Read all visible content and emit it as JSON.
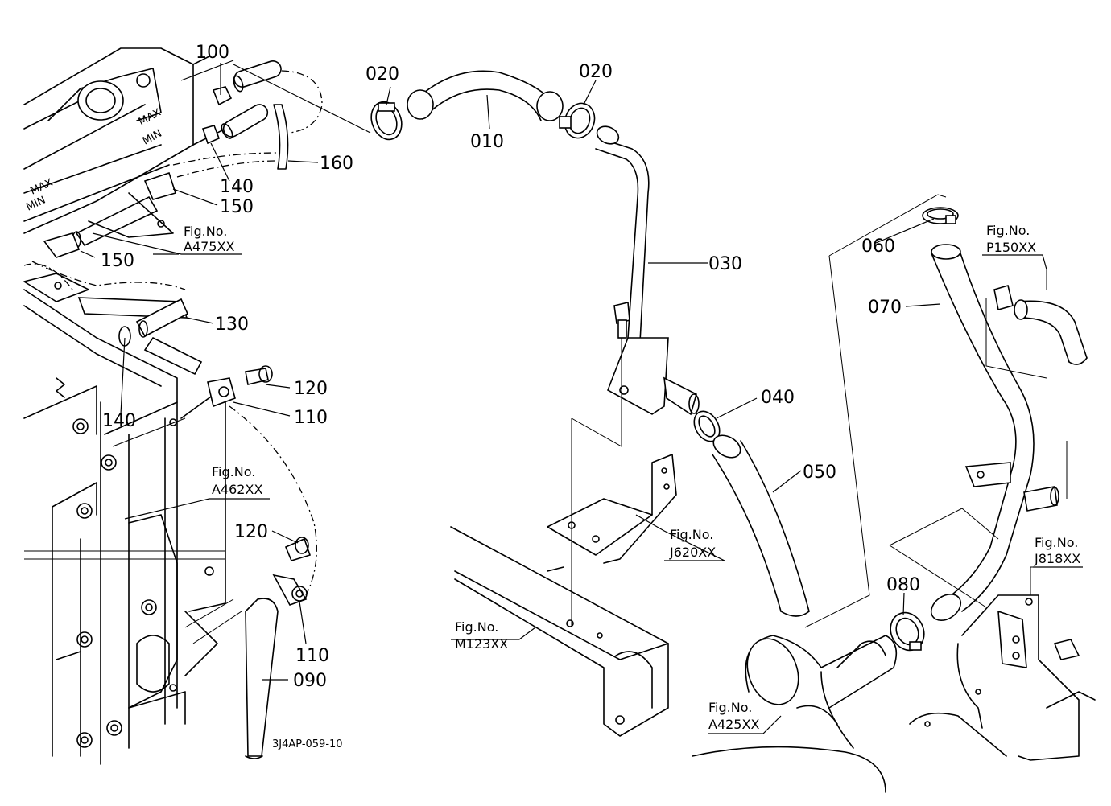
{
  "drawing_code": "3J4AP-059-10",
  "part_labels": {
    "p100": "100",
    "p020a": "020",
    "p020b": "020",
    "p010": "010",
    "p160": "160",
    "p140a": "140",
    "p150a": "150",
    "p150b": "150",
    "p030": "030",
    "p060": "060",
    "p070": "070",
    "p130": "130",
    "p120a": "120",
    "p110a": "110",
    "p140b": "140",
    "p040": "040",
    "p050": "050",
    "p120b": "120",
    "p110b": "110",
    "p090": "090",
    "p080": "080"
  },
  "figure_refs": {
    "a475": {
      "caption": "Fig.No.",
      "code": "A475XX"
    },
    "a462": {
      "caption": "Fig.No.",
      "code": "A462XX"
    },
    "p150": {
      "caption": "Fig.No.",
      "code": "P150XX"
    },
    "j620": {
      "caption": "Fig.No.",
      "code": "J620XX"
    },
    "j818": {
      "caption": "Fig.No.",
      "code": "J818XX"
    },
    "m123": {
      "caption": "Fig.No.",
      "code": "M123XX"
    },
    "a425": {
      "caption": "Fig.No.",
      "code": "A425XX"
    }
  },
  "tank_marks": {
    "max1": "MAX",
    "min1": "MIN",
    "max2": "MAX",
    "min2": "MIN"
  }
}
